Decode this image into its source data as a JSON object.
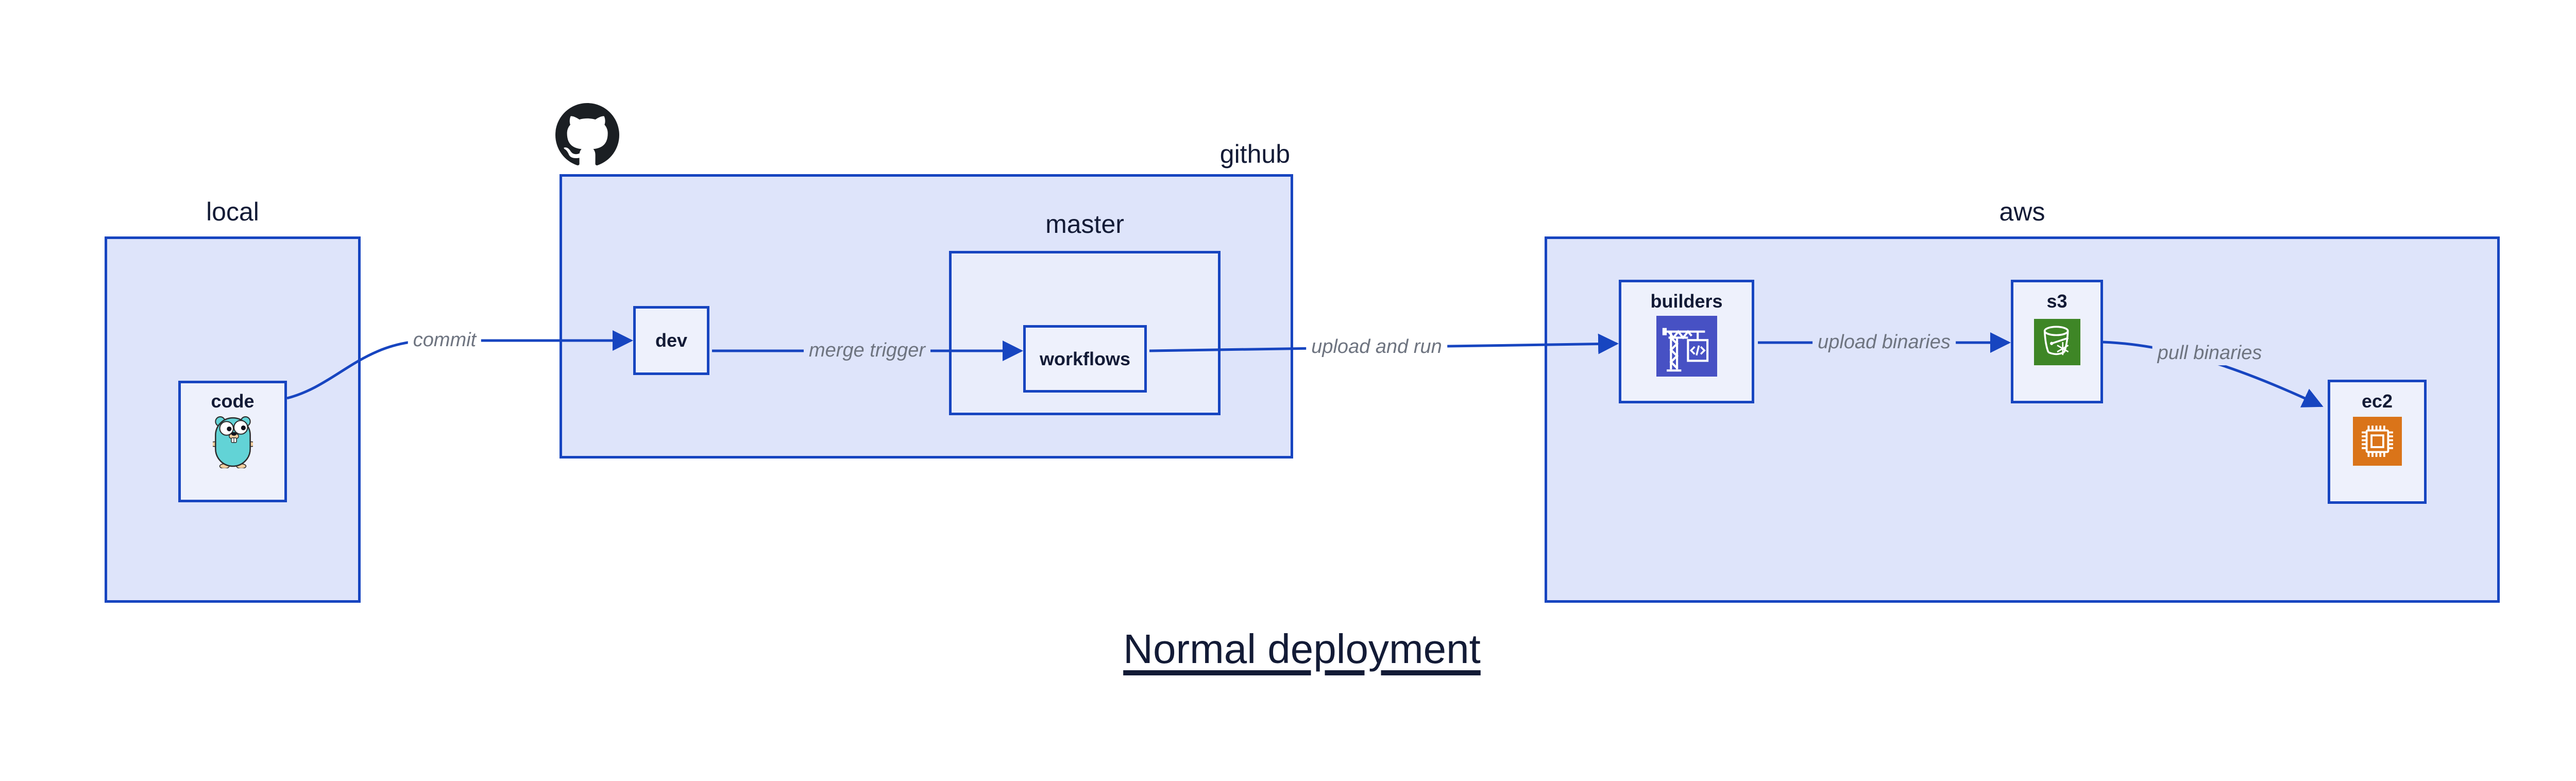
{
  "title": {
    "text": "Normal deployment"
  },
  "groups": {
    "local": {
      "label": "local"
    },
    "github": {
      "label": "github"
    },
    "master": {
      "label": "master"
    },
    "aws": {
      "label": "aws"
    }
  },
  "nodes": {
    "code": {
      "label": "code",
      "icon": "go-gopher-icon"
    },
    "dev": {
      "label": "dev"
    },
    "workflows": {
      "label": "workflows"
    },
    "builders": {
      "label": "builders",
      "icon": "codebuild-crane-icon"
    },
    "s3": {
      "label": "s3",
      "icon": "s3-bucket-icon"
    },
    "ec2": {
      "label": "ec2",
      "icon": "ec2-chip-icon"
    }
  },
  "edges": [
    {
      "id": "commit",
      "label": "commit",
      "from": "code",
      "to": "dev"
    },
    {
      "id": "merge-trigger",
      "label": "merge trigger",
      "from": "dev",
      "to": "workflows"
    },
    {
      "id": "upload-and-run",
      "label": "upload and run",
      "from": "workflows",
      "to": "builders"
    },
    {
      "id": "upload-binaries",
      "label": "upload binaries",
      "from": "builders",
      "to": "s3"
    },
    {
      "id": "pull-binaries",
      "label": "pull binaries",
      "from": "s3",
      "to": "ec2"
    }
  ],
  "colors": {
    "line_blue": "#1745c0",
    "group_fill": "#dee4fa",
    "master_fill": "#e9edfb",
    "node_fill": "#eef1fc",
    "text_navy": "#131b36",
    "edge_label_gray": "#6e7480",
    "codebuild_purple": "#4751c4",
    "s3_green": "#3e8626",
    "ec2_orange": "#da7419",
    "github_black": "#1b1f23",
    "gopher_teal": "#62d3d6"
  }
}
